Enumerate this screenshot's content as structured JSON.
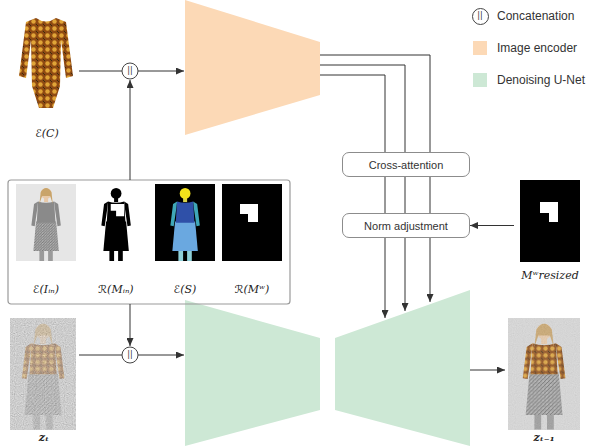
{
  "diagram": {
    "nodes": [
      {
        "text": [
          "ℰ(C)"
        ]
      },
      {
        "text": [
          "Cross-attention"
        ]
      },
      {
        "text": [
          "ℰ(Iᵢₙ)"
        ]
      },
      {
        "text": [
          "ℛ(Mᵢₙ)"
        ]
      },
      {
        "text": [
          "ℰ(S)"
        ]
      },
      {
        "text": [
          "ℛ(Mʷ)"
        ]
      },
      {
        "text": [
          "Norm adjustment"
        ]
      },
      {
        "text": [
          "Mʷresized"
        ]
      },
      {
        "text": [
          "zₜ"
        ]
      },
      {
        "text": [
          "zₜ₋₁"
        ]
      }
    ],
    "edges": [
      {
        "from": 7,
        "to": 6,
        "arrow": "to"
      }
    ],
    "labels": [
      "||",
      "||",
      "||"
    ],
    "legend": [
      {
        "text": "Concatenation"
      },
      {
        "text": "Image encoder",
        "color": "#fcd9b6"
      },
      {
        "text": "Denoising U-Net",
        "color": "#cde8d5"
      }
    ]
  }
}
